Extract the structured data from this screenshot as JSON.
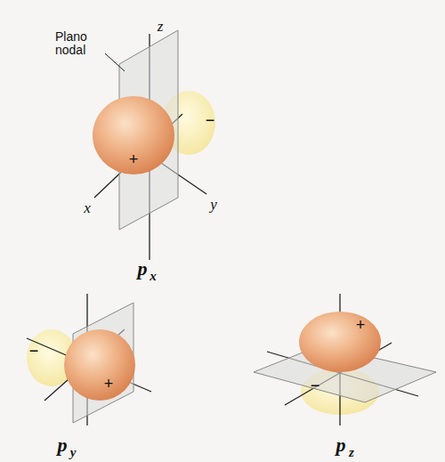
{
  "diagram": {
    "labels": [
      "Plano nodal",
      "z",
      "x",
      "y",
      "+",
      "−",
      "p",
      "x",
      "−",
      "+",
      "p",
      "y",
      "+",
      "−",
      "p",
      "z"
    ]
  }
}
